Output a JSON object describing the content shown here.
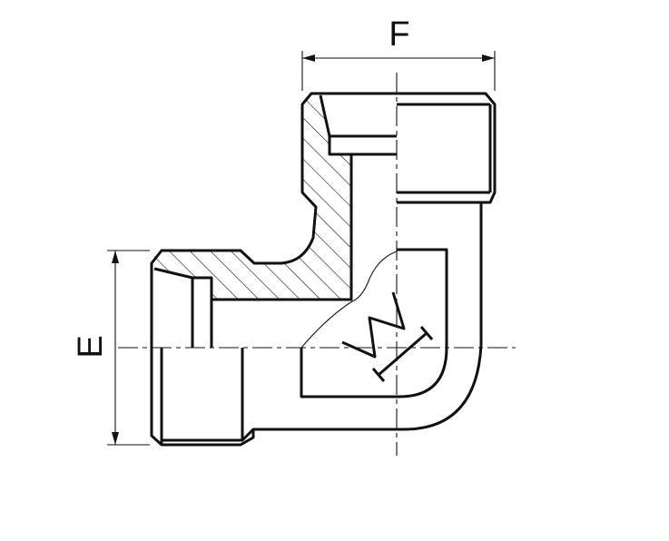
{
  "drawing": {
    "dimension_labels": {
      "top": "F",
      "left": "E",
      "wrench": "W"
    },
    "line_color": "#111111",
    "background": "#ffffff"
  }
}
